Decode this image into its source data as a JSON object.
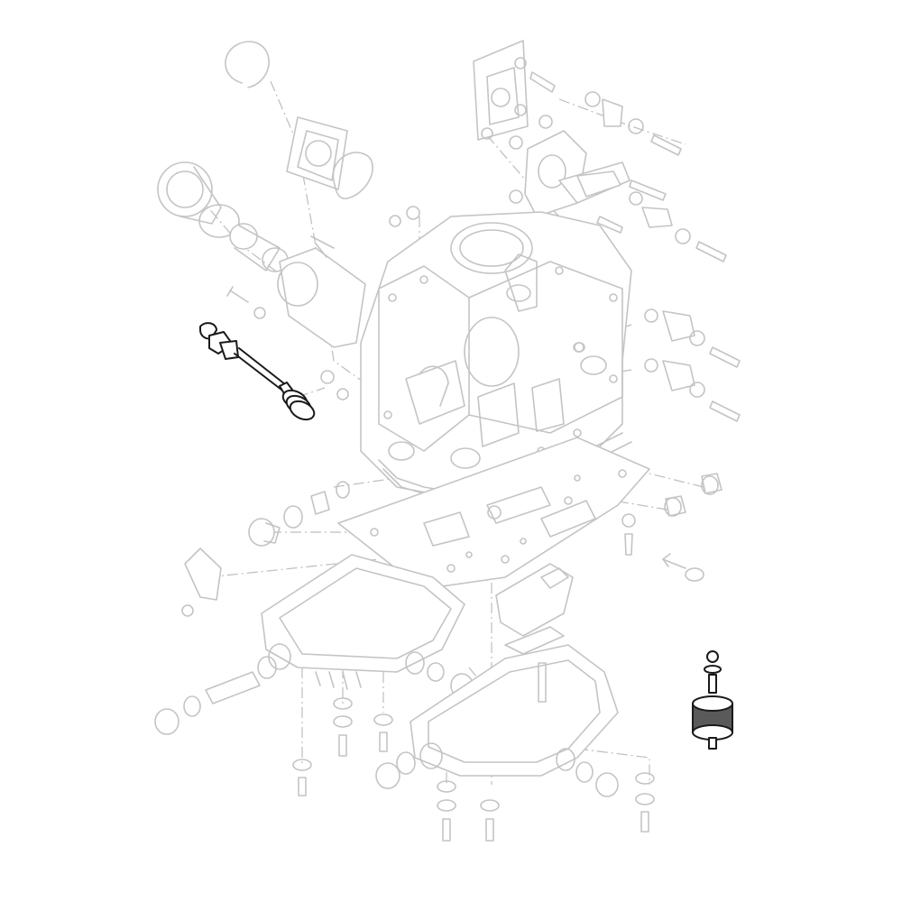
{
  "diagram": {
    "kind": "exploded-parts-view",
    "style": "faint grey line art on white, one part highlighted in black",
    "highlighted_part_icon": "dipstick-with-spring",
    "background_color": "#ffffff",
    "line_color": "#c4c4c4",
    "highlight_color": "#1a1a1a"
  }
}
